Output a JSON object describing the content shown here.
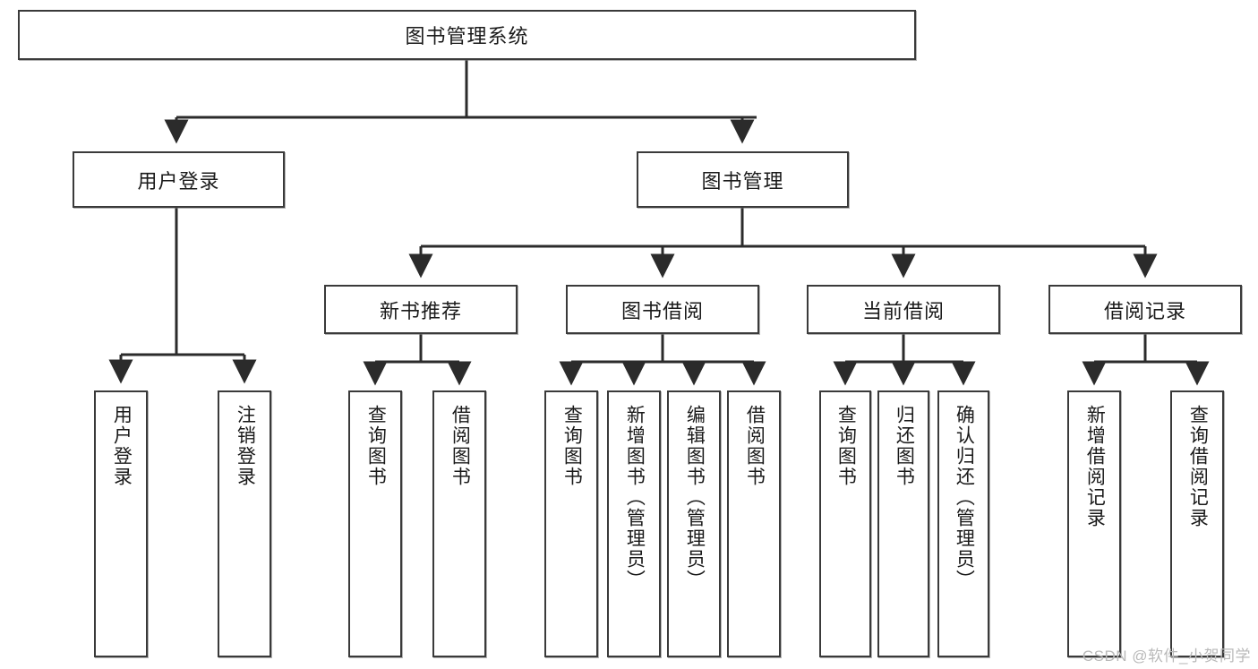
{
  "diagram": {
    "type": "tree-hierarchy-flowchart",
    "title": "图书管理系统",
    "orientation": "top-down",
    "watermark": "CSDN @软件_小贺同学",
    "colors": {
      "box_border": "#3a3a3a",
      "box_fill": "#ffffff",
      "edge": "#2b2b2b",
      "text": "#1a1a1a",
      "watermark": "#b9b9b9",
      "background": "#ffffff"
    },
    "nodes": {
      "root": {
        "label": "图书管理系统",
        "level": 1,
        "text_direction": "horizontal"
      },
      "l2": [
        {
          "id": "user-login",
          "label": "用户登录",
          "text_direction": "horizontal"
        },
        {
          "id": "book-manage",
          "label": "图书管理",
          "text_direction": "horizontal"
        }
      ],
      "l3": [
        {
          "id": "new-book-recommend",
          "label": "新书推荐",
          "text_direction": "horizontal"
        },
        {
          "id": "book-borrow",
          "label": "图书借阅",
          "text_direction": "horizontal"
        },
        {
          "id": "current-borrow",
          "label": "当前借阅",
          "text_direction": "horizontal"
        },
        {
          "id": "borrow-record",
          "label": "借阅记录",
          "text_direction": "horizontal"
        }
      ],
      "leaves": {
        "user-login": [
          {
            "id": "leaf-user-login",
            "label": "用户登录",
            "text_direction": "vertical"
          },
          {
            "id": "leaf-logout",
            "label": "注销登录",
            "text_direction": "vertical"
          }
        ],
        "new-book-recommend": [
          {
            "id": "leaf-query-book-1",
            "label": "查询图书",
            "text_direction": "vertical"
          },
          {
            "id": "leaf-borrow-book-1",
            "label": "借阅图书",
            "text_direction": "vertical"
          }
        ],
        "book-borrow": [
          {
            "id": "leaf-query-book-2",
            "label": "查询图书",
            "text_direction": "vertical"
          },
          {
            "id": "leaf-add-book",
            "label": "新增图书（管理员）",
            "text_direction": "vertical"
          },
          {
            "id": "leaf-edit-book",
            "label": "编辑图书（管理员）",
            "text_direction": "vertical"
          },
          {
            "id": "leaf-borrow-book-2",
            "label": "借阅图书",
            "text_direction": "vertical"
          }
        ],
        "current-borrow": [
          {
            "id": "leaf-query-book-3",
            "label": "查询图书",
            "text_direction": "vertical"
          },
          {
            "id": "leaf-return-book",
            "label": "归还图书",
            "text_direction": "vertical"
          },
          {
            "id": "leaf-confirm-return",
            "label": "确认归还（管理员）",
            "text_direction": "vertical"
          }
        ],
        "borrow-record": [
          {
            "id": "leaf-add-record",
            "label": "新增借阅记录",
            "text_direction": "vertical"
          },
          {
            "id": "leaf-query-record",
            "label": "查询借阅记录",
            "text_direction": "vertical"
          }
        ]
      }
    }
  }
}
